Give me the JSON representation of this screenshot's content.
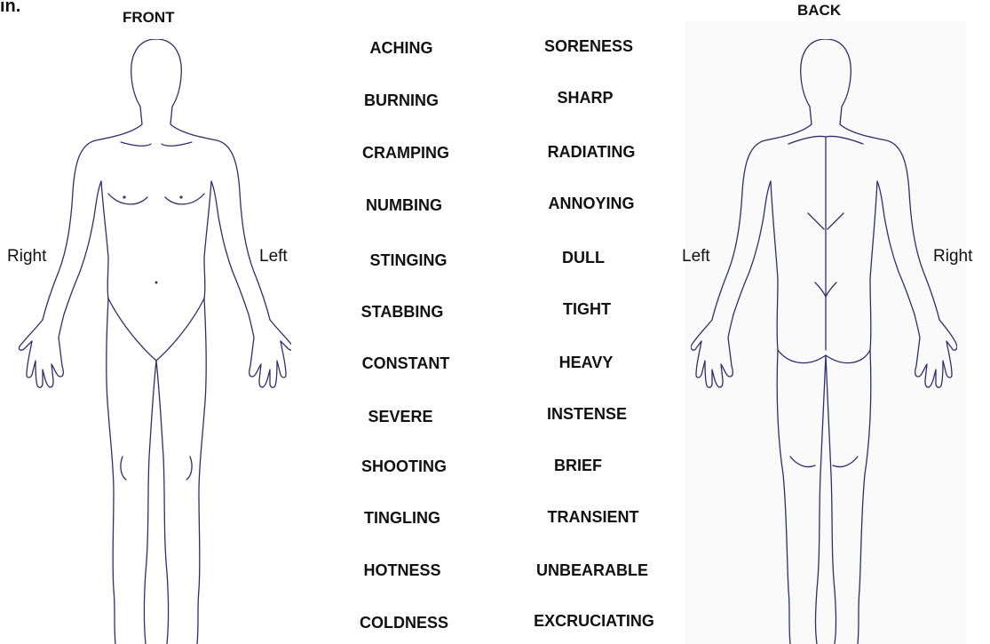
{
  "partial_heading": "in.",
  "front": {
    "title": "FRONT",
    "label_right": "Right",
    "label_left": "Left"
  },
  "back": {
    "title": "BACK",
    "label_left": "Left",
    "label_right": "Right"
  },
  "descriptors": {
    "left_column": [
      "ACHING",
      "BURNING",
      "CRAMPING",
      "NUMBING",
      "STINGING",
      "STABBING",
      "CONSTANT",
      "SEVERE",
      "SHOOTING",
      "TINGLING",
      "HOTNESS",
      "COLDNESS"
    ],
    "right_column": [
      "SORENESS",
      "SHARP",
      "RADIATING",
      "ANNOYING",
      "DULL",
      "TIGHT",
      "HEAVY",
      "INSTENSE",
      "BRIEF",
      "TRANSIENT",
      "UNBEARABLE",
      "EXCRUCIATING"
    ]
  },
  "colors": {
    "outline": "#2e2e6e",
    "text": "#111111"
  }
}
